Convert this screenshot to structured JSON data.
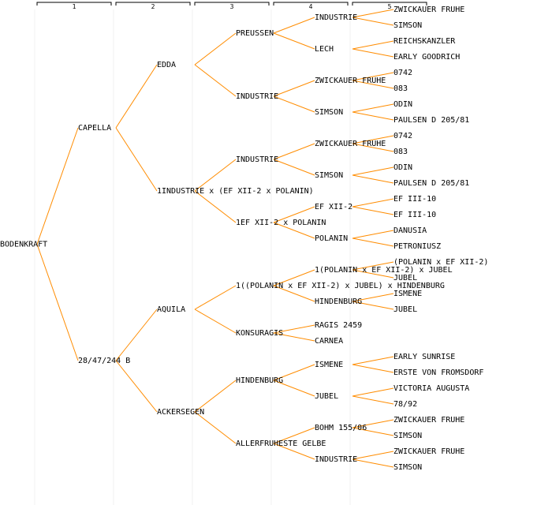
{
  "colors": {
    "line": "#ff8c00",
    "guide": "#f0f0f0",
    "text": "#000000",
    "background": "#ffffff"
  },
  "generations": [
    "1",
    "2",
    "3",
    "4",
    "5"
  ],
  "nodes": [
    {
      "id": "n1",
      "gen": 0,
      "label": "BODENKRAFT"
    },
    {
      "id": "n2",
      "gen": 1,
      "label": "CAPELLA",
      "parent": "n1"
    },
    {
      "id": "n3",
      "gen": 1,
      "label": "28/47/244 B",
      "parent": "n1"
    },
    {
      "id": "n4",
      "gen": 2,
      "label": "EDDA",
      "parent": "n2"
    },
    {
      "id": "n5",
      "gen": 2,
      "label": "1INDUSTRIE x (EF XII-2 x POLANIN)",
      "parent": "n2"
    },
    {
      "id": "n6",
      "gen": 2,
      "label": "AQUILA",
      "parent": "n3"
    },
    {
      "id": "n7",
      "gen": 2,
      "label": "ACKERSEGEN",
      "parent": "n3"
    },
    {
      "id": "n8",
      "gen": 3,
      "label": "PREUSSEN",
      "parent": "n4"
    },
    {
      "id": "n9",
      "gen": 3,
      "label": "INDUSTRIE",
      "parent": "n4"
    },
    {
      "id": "n10",
      "gen": 3,
      "label": "INDUSTRIE",
      "parent": "n5"
    },
    {
      "id": "n11",
      "gen": 3,
      "label": "1EF XII-2 x POLANIN",
      "parent": "n5"
    },
    {
      "id": "n12",
      "gen": 3,
      "label": "1((POLANIN x EF XII-2) x JUBEL) x HINDENBURG",
      "parent": "n6"
    },
    {
      "id": "n13",
      "gen": 3,
      "label": "KONSURAGIS",
      "parent": "n6"
    },
    {
      "id": "n14",
      "gen": 3,
      "label": "HINDENBURG",
      "parent": "n7"
    },
    {
      "id": "n15",
      "gen": 3,
      "label": "ALLERFRUHESTE GELBE",
      "parent": "n7"
    },
    {
      "id": "n16",
      "gen": 4,
      "label": "INDUSTRIE",
      "parent": "n8"
    },
    {
      "id": "n17",
      "gen": 4,
      "label": "LECH",
      "parent": "n8"
    },
    {
      "id": "n18",
      "gen": 4,
      "label": "ZWICKAUER FRUHE",
      "parent": "n9"
    },
    {
      "id": "n19",
      "gen": 4,
      "label": "SIMSON",
      "parent": "n9"
    },
    {
      "id": "n20",
      "gen": 4,
      "label": "ZWICKAUER FRUHE",
      "parent": "n10"
    },
    {
      "id": "n21",
      "gen": 4,
      "label": "SIMSON",
      "parent": "n10"
    },
    {
      "id": "n22",
      "gen": 4,
      "label": "EF XII-2",
      "parent": "n11"
    },
    {
      "id": "n23",
      "gen": 4,
      "label": "POLANIN",
      "parent": "n11"
    },
    {
      "id": "n24",
      "gen": 4,
      "label": "1(POLANIN x EF XII-2) x JUBEL",
      "parent": "n12"
    },
    {
      "id": "n25",
      "gen": 4,
      "label": "HINDENBURG",
      "parent": "n12"
    },
    {
      "id": "n26",
      "gen": 4,
      "label": "RAGIS 2459",
      "parent": "n13"
    },
    {
      "id": "n27",
      "gen": 4,
      "label": "CARNEA",
      "parent": "n13"
    },
    {
      "id": "n28",
      "gen": 4,
      "label": "ISMENE",
      "parent": "n14"
    },
    {
      "id": "n29",
      "gen": 4,
      "label": "JUBEL",
      "parent": "n14"
    },
    {
      "id": "n30",
      "gen": 4,
      "label": "BOHM 155/06",
      "parent": "n15"
    },
    {
      "id": "n31",
      "gen": 4,
      "label": "INDUSTRIE",
      "parent": "n15"
    },
    {
      "id": "n32",
      "gen": 5,
      "label": "ZWICKAUER FRUHE",
      "parent": "n16"
    },
    {
      "id": "n33",
      "gen": 5,
      "label": "SIMSON",
      "parent": "n16"
    },
    {
      "id": "n34",
      "gen": 5,
      "label": "REICHSKANZLER",
      "parent": "n17"
    },
    {
      "id": "n35",
      "gen": 5,
      "label": "EARLY GOODRICH",
      "parent": "n17"
    },
    {
      "id": "n36",
      "gen": 5,
      "label": "0742",
      "parent": "n18"
    },
    {
      "id": "n37",
      "gen": 5,
      "label": "083",
      "parent": "n18"
    },
    {
      "id": "n38",
      "gen": 5,
      "label": "ODIN",
      "parent": "n19"
    },
    {
      "id": "n39",
      "gen": 5,
      "label": "PAULSEN D 205/81",
      "parent": "n19"
    },
    {
      "id": "n40",
      "gen": 5,
      "label": "0742",
      "parent": "n20"
    },
    {
      "id": "n41",
      "gen": 5,
      "label": "083",
      "parent": "n20"
    },
    {
      "id": "n42",
      "gen": 5,
      "label": "ODIN",
      "parent": "n21"
    },
    {
      "id": "n43",
      "gen": 5,
      "label": "PAULSEN D 205/81",
      "parent": "n21"
    },
    {
      "id": "n44",
      "gen": 5,
      "label": "EF III-10",
      "parent": "n22"
    },
    {
      "id": "n45",
      "gen": 5,
      "label": "EF III-10",
      "parent": "n22"
    },
    {
      "id": "n46",
      "gen": 5,
      "label": "DANUSIA",
      "parent": "n23"
    },
    {
      "id": "n47",
      "gen": 5,
      "label": "PETRONIUSZ",
      "parent": "n23"
    },
    {
      "id": "n48",
      "gen": 5,
      "label": "(POLANIN x EF XII-2)",
      "parent": "n24"
    },
    {
      "id": "n49",
      "gen": 5,
      "label": "JUBEL",
      "parent": "n24"
    },
    {
      "id": "n50",
      "gen": 5,
      "label": "ISMENE",
      "parent": "n25"
    },
    {
      "id": "n51",
      "gen": 5,
      "label": "JUBEL",
      "parent": "n25"
    },
    {
      "id": "n52",
      "gen": 5,
      "label": "EARLY SUNRISE",
      "parent": "n28"
    },
    {
      "id": "n53",
      "gen": 5,
      "label": "ERSTE VON FROMSDORF",
      "parent": "n28"
    },
    {
      "id": "n54",
      "gen": 5,
      "label": "VICTORIA AUGUSTA",
      "parent": "n29"
    },
    {
      "id": "n55",
      "gen": 5,
      "label": "78/92",
      "parent": "n29"
    },
    {
      "id": "n56",
      "gen": 5,
      "label": "ZWICKAUER FRUHE",
      "parent": "n30"
    },
    {
      "id": "n57",
      "gen": 5,
      "label": "SIMSON",
      "parent": "n30"
    },
    {
      "id": "n58",
      "gen": 5,
      "label": "ZWICKAUER FRUHE",
      "parent": "n31"
    },
    {
      "id": "n59",
      "gen": 5,
      "label": "SIMSON",
      "parent": "n31"
    }
  ]
}
